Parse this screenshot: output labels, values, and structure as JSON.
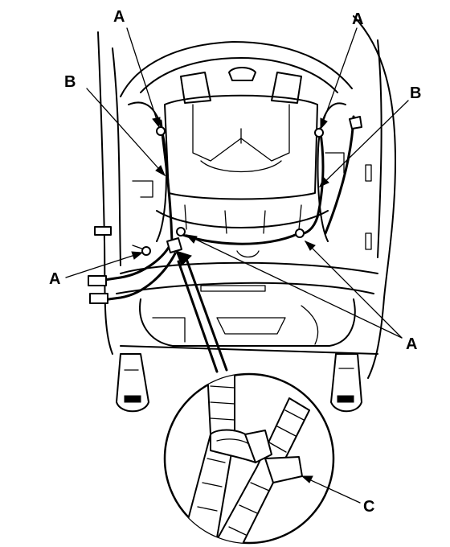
{
  "callouts": {
    "a_top_left": "A",
    "a_top_right": "A",
    "b_left": "B",
    "b_right": "B",
    "a_left": "A",
    "a_bottom_right": "A",
    "c": "C"
  }
}
